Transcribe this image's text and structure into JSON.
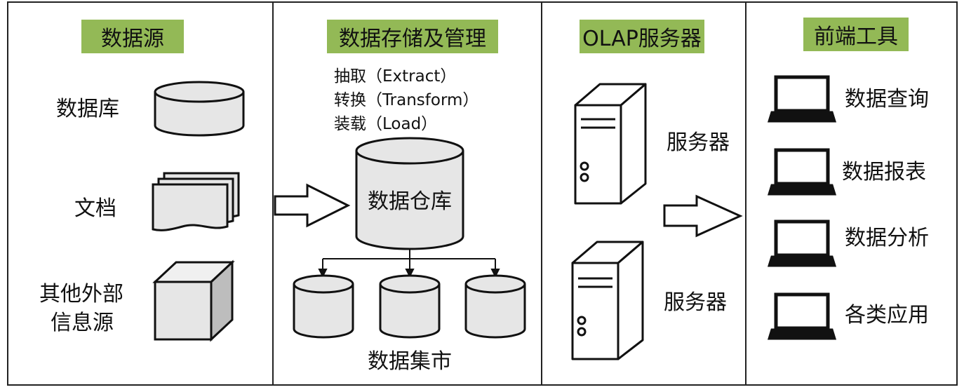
{
  "sections": [
    {
      "header": "数据源",
      "items": [
        {
          "label": "数据库",
          "icon": "database-cylinder-icon"
        },
        {
          "label": "文档",
          "icon": "document-stack-icon"
        },
        {
          "label_line1": "其他外部",
          "label_line2": "信息源",
          "icon": "cube-icon"
        }
      ]
    },
    {
      "header": "数据存储及管理",
      "etl": [
        "抽取（Extract）",
        "转换（Transform）",
        "装载（Load）"
      ],
      "warehouse_label": "数据仓库",
      "marts_label": "数据集市",
      "mart_icon": "data-mart-cylinder-icon"
    },
    {
      "header": "OLAP服务器",
      "servers": [
        {
          "label": "服务器",
          "icon": "server-tower-icon"
        },
        {
          "label": "服务器",
          "icon": "server-tower-icon"
        }
      ]
    },
    {
      "header": "前端工具",
      "tools": [
        {
          "label": "数据查询",
          "icon": "laptop-icon"
        },
        {
          "label": "数据报表",
          "icon": "laptop-icon"
        },
        {
          "label": "数据分析",
          "icon": "laptop-icon"
        },
        {
          "label": "各类应用",
          "icon": "laptop-icon"
        }
      ]
    }
  ],
  "colors": {
    "header_bg": "#93b956",
    "shape_fill": "#e6e6e6",
    "stroke": "#111111"
  }
}
